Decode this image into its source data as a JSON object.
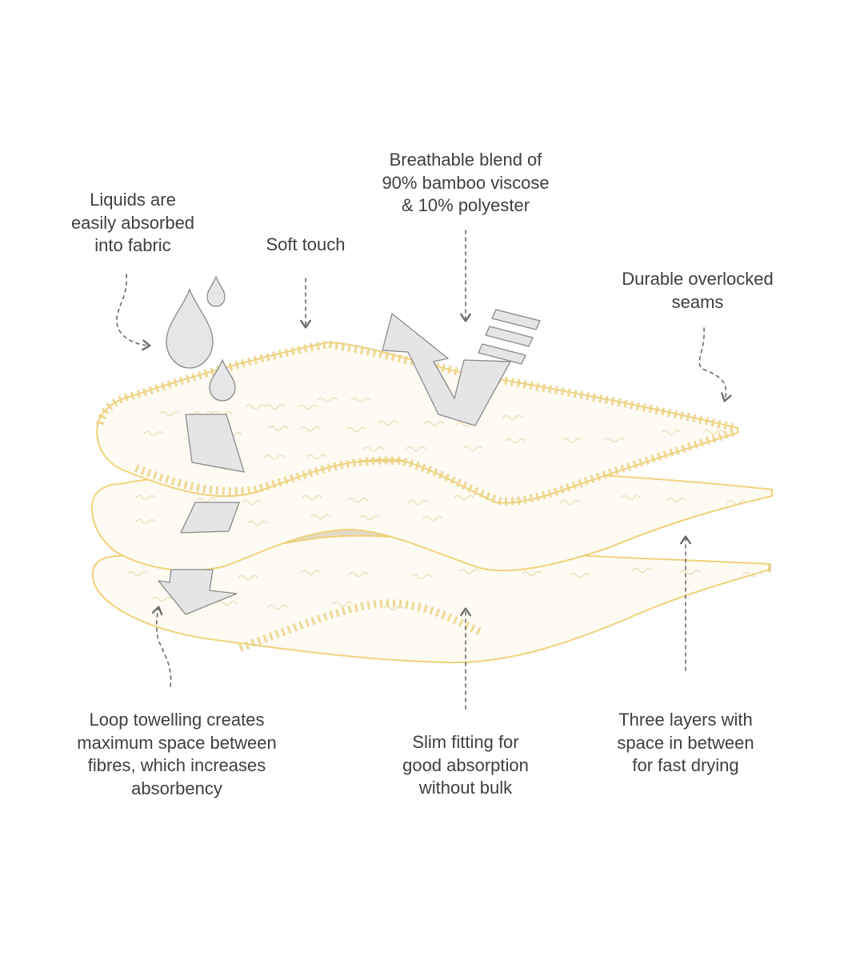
{
  "colors": {
    "background": "#ffffff",
    "fabric_fill": "#fdfbf2",
    "fabric_edge": "#f0d27c",
    "stitch": "#ecd48c",
    "squiggle": "#eadfb6",
    "gap_shadow": "#e2dac8",
    "arrow_fill": "#e5e5e5",
    "arrow_stroke": "#8a8a8a",
    "drop_fill": "#e6e6e6",
    "leader_line": "#6b6b6b",
    "text": "#3f3f3f"
  },
  "icons": [
    "water-drop-icon",
    "down-arrow-icon",
    "up-arrow-icon",
    "air-vent-icon"
  ],
  "labels": {
    "liquids": [
      "Liquids are",
      "easily absorbed",
      "into fabric"
    ],
    "soft_touch": [
      "Soft touch"
    ],
    "breathable": [
      "Breathable blend of",
      "90% bamboo viscose",
      "& 10% polyester"
    ],
    "seams": [
      "Durable overlocked",
      "seams"
    ],
    "towelling": [
      "Loop towelling creates",
      "maximum space between",
      "fibres, which increases",
      "absorbency"
    ],
    "slim": [
      "Slim fitting for",
      "good absorption",
      "without bulk"
    ],
    "layers": [
      "Three layers with",
      "space in between",
      "for fast drying"
    ]
  }
}
